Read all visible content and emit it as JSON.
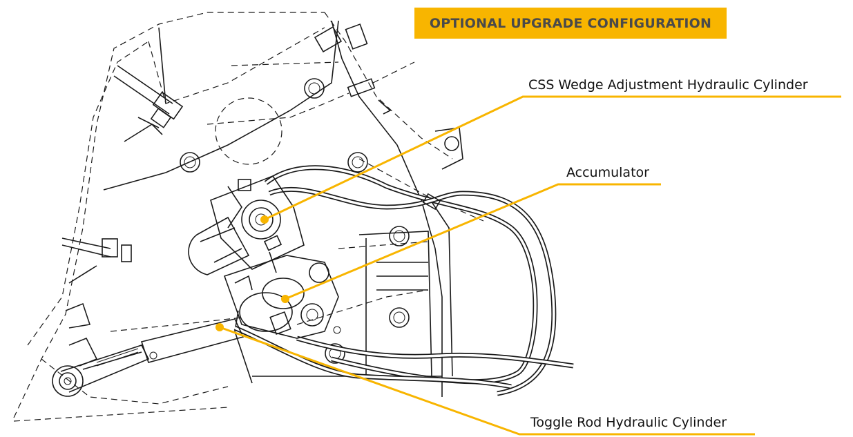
{
  "banner": {
    "text": "OPTIONAL UPGRADE CONFIGURATION"
  },
  "callouts": {
    "css_wedge": "CSS Wedge Adjustment Hydraulic Cylinder",
    "accumulator": "Accumulator",
    "toggle_rod": "Toggle Rod Hydraulic Cylinder"
  },
  "colors": {
    "accent": "#f8b500",
    "line": "#1a1a1a",
    "banner_text": "#4a4a4a"
  }
}
